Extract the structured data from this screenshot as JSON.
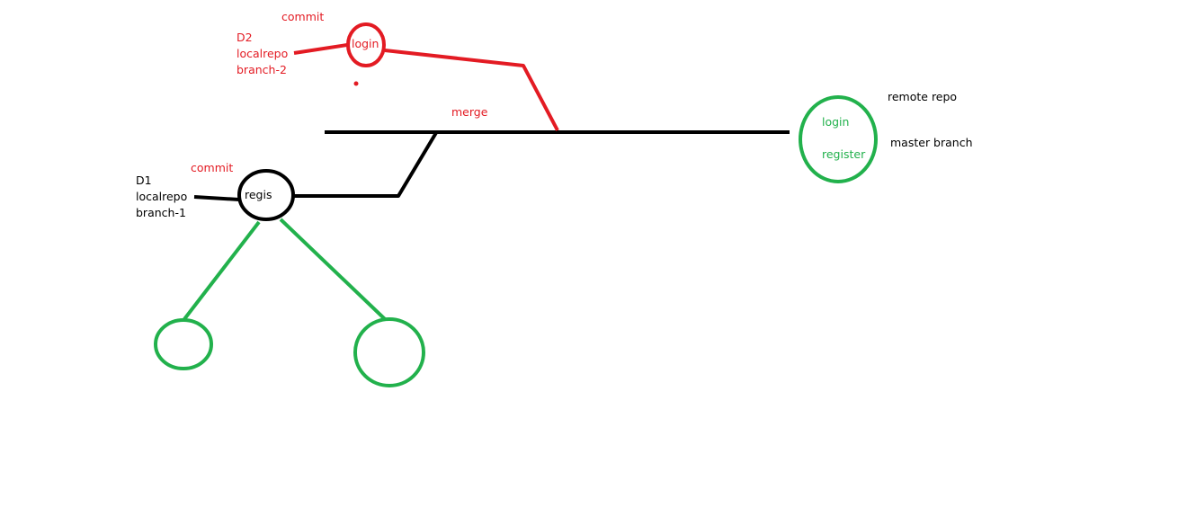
{
  "colors": {
    "red": "#e31b23",
    "black": "#000000",
    "green": "#22b14c"
  },
  "d2": {
    "commit_label": "commit",
    "device": "D2",
    "repo": "localrepo",
    "branch": "branch-2",
    "node_label": "login"
  },
  "d1": {
    "commit_label": "commit",
    "device": "D1",
    "repo": "localrepo",
    "branch": "branch-1",
    "node_label": "regis"
  },
  "merge_label": "merge",
  "remote": {
    "title": "remote repo",
    "branch": "master branch",
    "item1": "login",
    "item2": "register"
  }
}
